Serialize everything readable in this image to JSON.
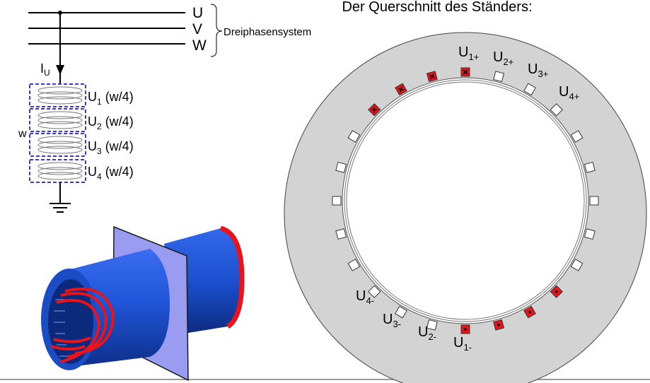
{
  "title": "Der Querschnitt des Ständers:",
  "system_label": "Dreiphasensystem",
  "phases": [
    "U",
    "V",
    "W"
  ],
  "current_label": {
    "main": "I",
    "sub": "U"
  },
  "total_turns_label": "w",
  "coils": [
    {
      "main": "U",
      "sub": "1",
      "suffix": " (w/4)"
    },
    {
      "main": "U",
      "sub": "2",
      "suffix": " (w/4)"
    },
    {
      "main": "U",
      "sub": "3",
      "suffix": " (w/4)"
    },
    {
      "main": "U",
      "sub": "4",
      "suffix": " (w/4)"
    }
  ],
  "slot_labels_positive": [
    {
      "main": "U",
      "sub": "1+"
    },
    {
      "main": "U",
      "sub": "2+"
    },
    {
      "main": "U",
      "sub": "3+"
    },
    {
      "main": "U",
      "sub": "4+"
    }
  ],
  "slot_labels_negative": [
    {
      "main": "U",
      "sub": "1-"
    },
    {
      "main": "U",
      "sub": "2-"
    },
    {
      "main": "U",
      "sub": "3-"
    },
    {
      "main": "U",
      "sub": "4-"
    }
  ],
  "colors": {
    "stator": "#d3d3d3",
    "slot_active": "#e8141c",
    "coil_box": "#3a3ad6",
    "cylinder": "#1a4fd1",
    "winding": "#e8141c",
    "plane": "#9a9cf2"
  }
}
